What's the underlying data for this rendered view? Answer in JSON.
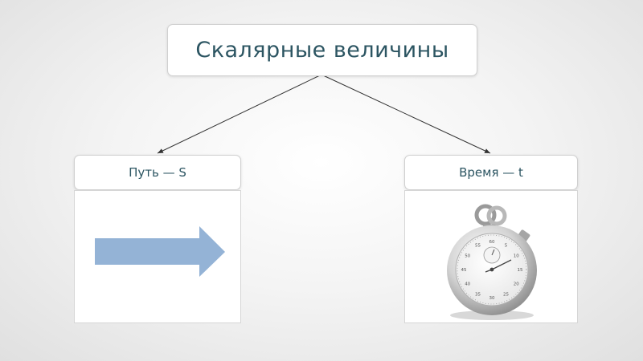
{
  "title": "Скалярные величины",
  "items": [
    {
      "label": "Путь — S",
      "icon": "arrow-right-icon"
    },
    {
      "label": "Время — t",
      "icon": "stopwatch-icon"
    }
  ],
  "stopwatch_dial": [
    "60",
    "5",
    "10",
    "15",
    "20",
    "25",
    "30",
    "35",
    "40",
    "45",
    "50",
    "55"
  ],
  "colors": {
    "text": "#2c5562",
    "arrow": "#94b3d6"
  }
}
